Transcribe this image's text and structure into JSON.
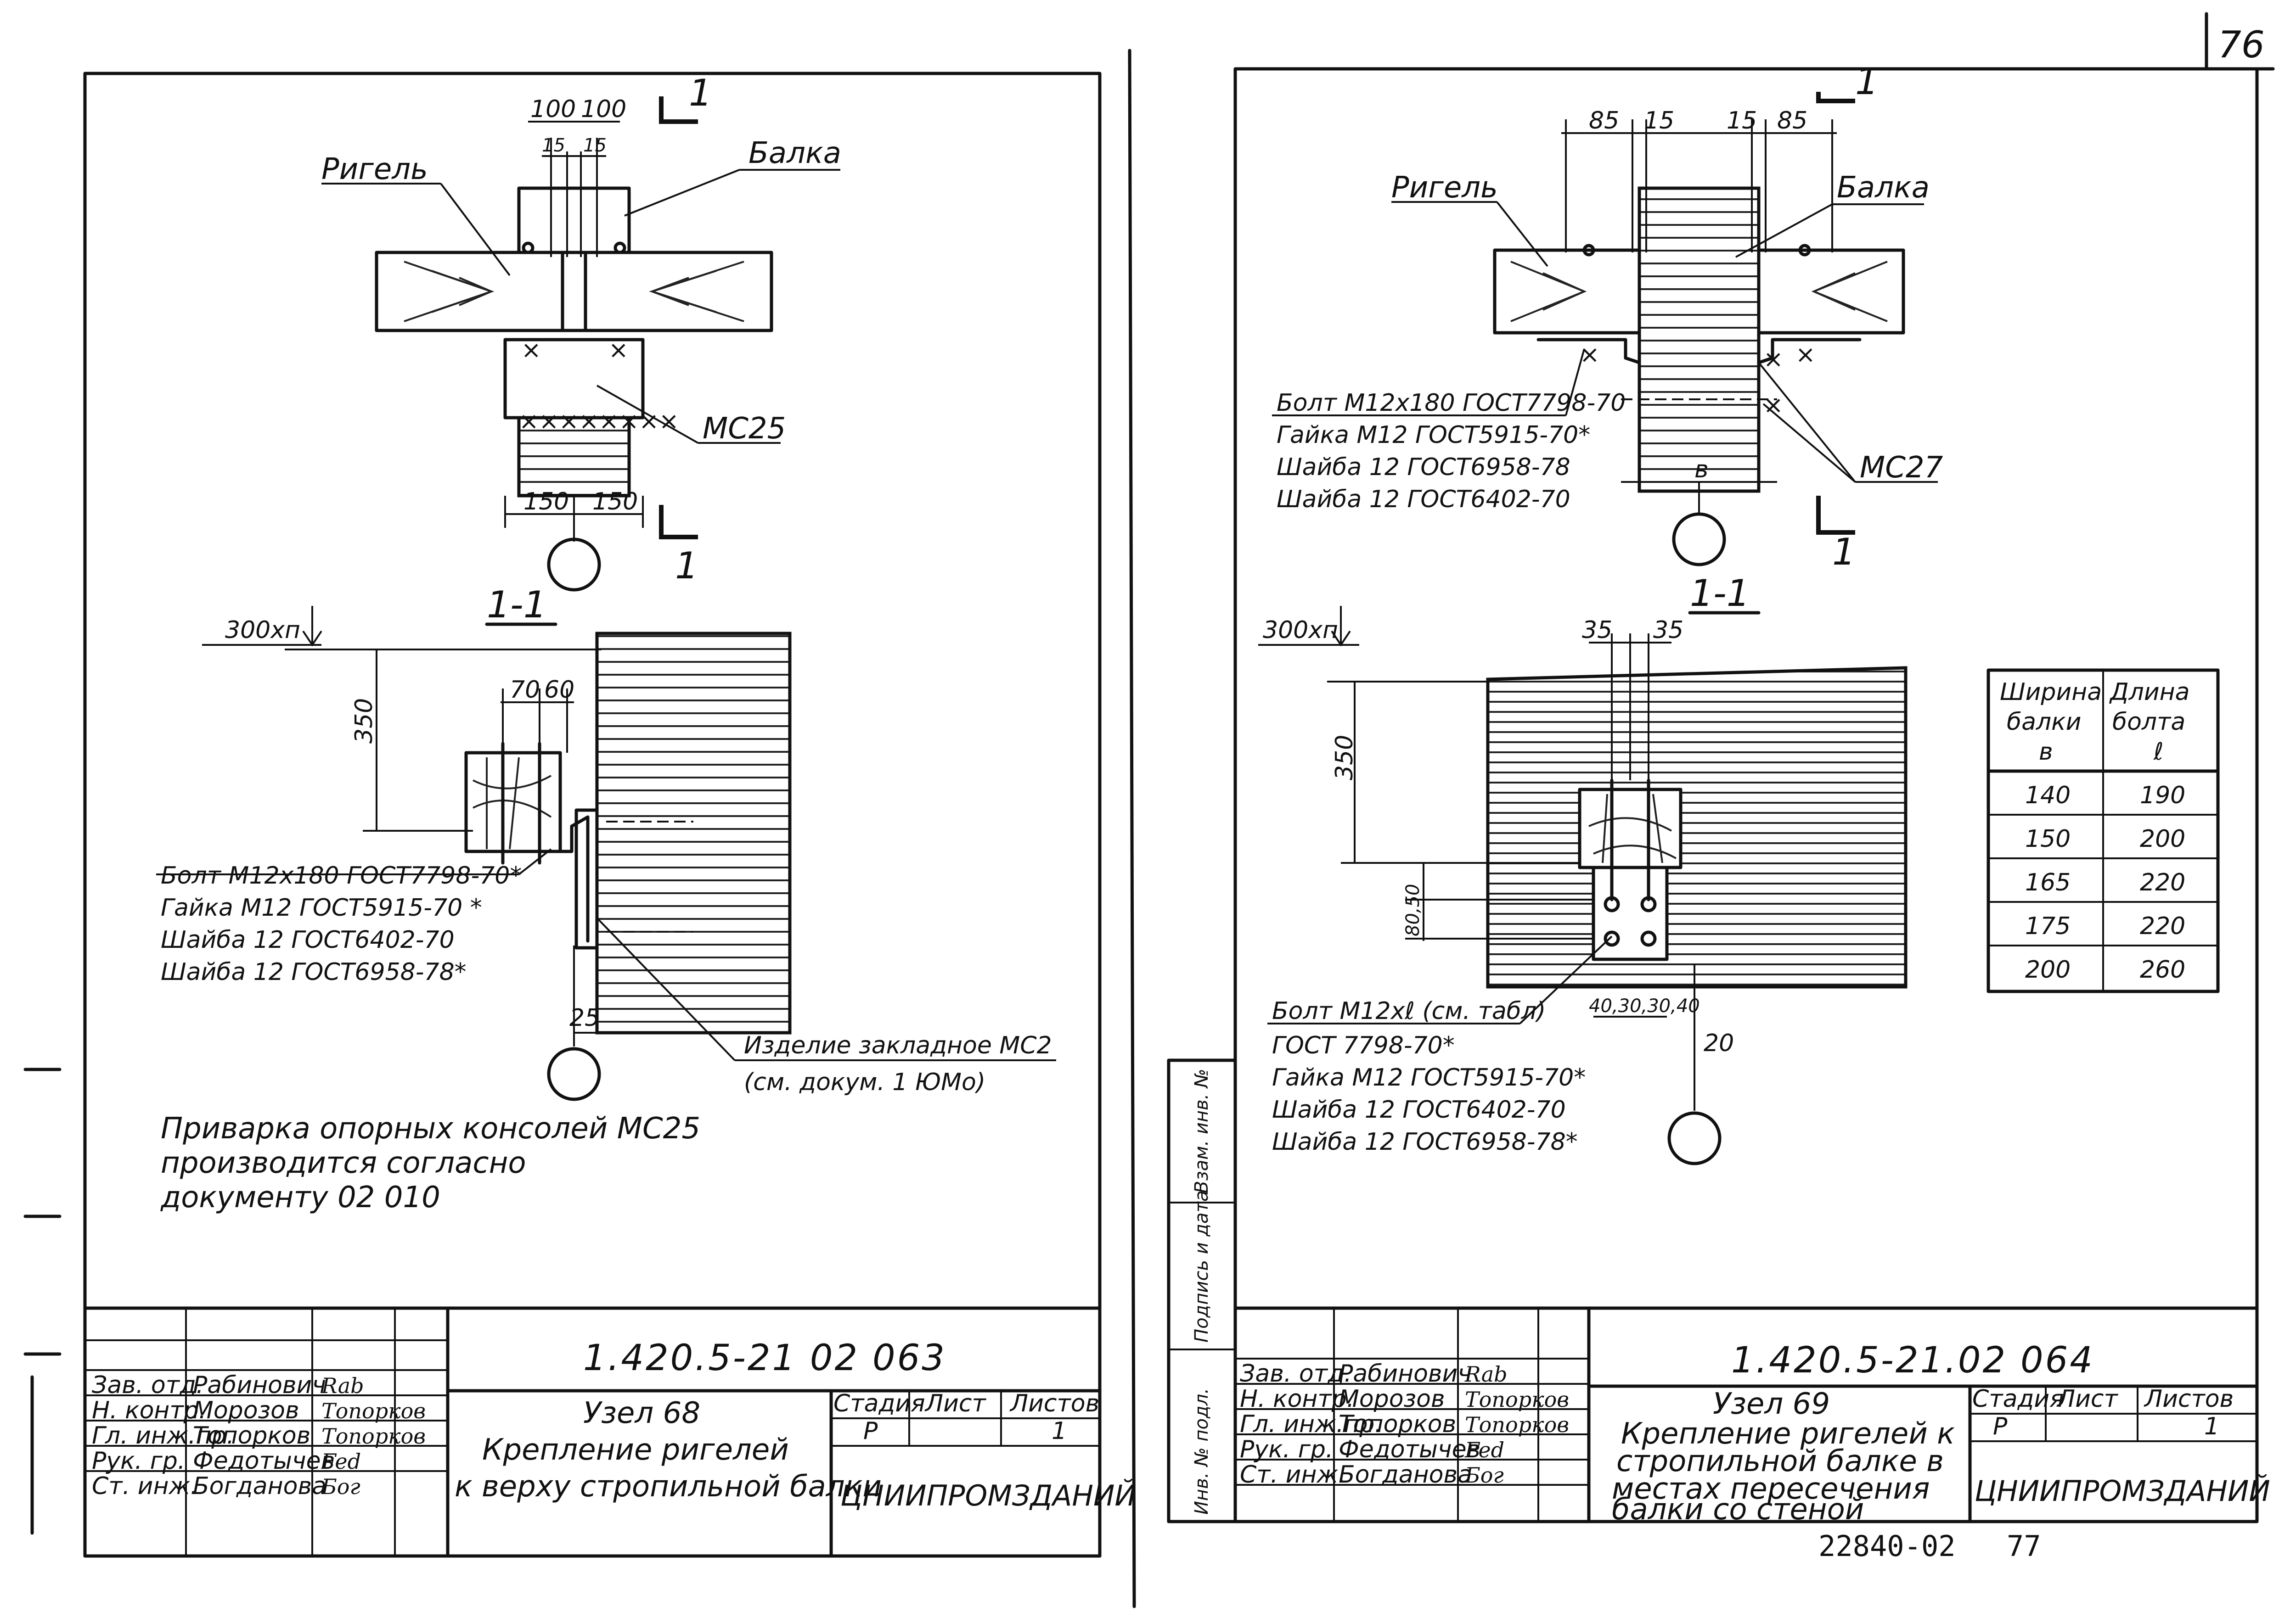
{
  "page_number": "76",
  "bottom_number": "77",
  "archive_number": "22840-02",
  "left_sheet": {
    "plan": {
      "label_rigel": "Ригель",
      "label_balka": "Балка",
      "label_mc": "МС25",
      "dims_top": [
        "100",
        "100"
      ],
      "dims_top_inner": [
        "15",
        "15"
      ],
      "dims_bottom": [
        "150",
        "150"
      ],
      "section_mark": "1"
    },
    "section": {
      "title": "1-1",
      "level_label": "300хп",
      "dim_350": "350",
      "dims_top": [
        "70",
        "60"
      ],
      "dim_25": "25",
      "bolt_lines": [
        "Болт М12х180 ГОСТ7798-70*",
        "Гайка М12 ГОСТ5915-70 *",
        "Шайба 12 ГОСТ6402-70",
        "Шайба 12 ГОСТ6958-78*"
      ],
      "embedded_lines": [
        "Изделие закладное МС2",
        "(см. докум. 1 ЮМо)"
      ]
    },
    "note_lines": [
      "Приварка опорных консолей МС25",
      "производится согласно",
      "документу 02 010"
    ],
    "title_block": {
      "doc_code": "1.420.5-21 02 063",
      "rows": [
        {
          "role": "Зав. отд.",
          "name": "Рабинович",
          "sign": "Rab"
        },
        {
          "role": "Н. контр.",
          "name": "Морозов",
          "sign": "Топорков"
        },
        {
          "role": "Гл. инж.пр.",
          "name": "Топорков",
          "sign": "Топорков"
        },
        {
          "role": "Рук. гр.",
          "name": "Федотычев",
          "sign": "Fed"
        },
        {
          "role": "Ст. инж.",
          "name": "Богданова",
          "sign": "Бог"
        }
      ],
      "node": "Узел 68",
      "desc_lines": [
        "Крепление ригелей",
        "к верху стропильной балки"
      ],
      "col_stage": "Стадия",
      "col_sheet": "Лист",
      "col_sheets": "Листов",
      "stage": "Р",
      "sheets": "1",
      "org": "ЦНИИПРОМЗДАНИЙ"
    }
  },
  "right_sheet": {
    "plan": {
      "label_rigel": "Ригель",
      "label_balka": "Балка",
      "label_mc": "МС27",
      "dims_top": [
        "85",
        "15",
        "15",
        "85"
      ],
      "dim_b": "в",
      "section_mark": "1",
      "bolt_lines": [
        "Болт М12х180 ГОСТ7798-70",
        "Гайка М12 ГОСТ5915-70*",
        "Шайба 12 ГОСТ6958-78",
        "Шайба 12 ГОСТ6402-70"
      ]
    },
    "section": {
      "title": "1-1",
      "level_label": "300хп",
      "dim_350": "350",
      "dims_top": [
        "35",
        "35"
      ],
      "dims_side": "80,50",
      "dims_bottom": "40,30,30,40",
      "dim_20": "20",
      "bolt_lines": [
        "Болт М12хℓ (см. табл)",
        "ГОСТ 7798-70*",
        "Гайка М12 ГОСТ5915-70*",
        "Шайба 12 ГОСТ6402-70",
        "Шайба 12 ГОСТ6958-78*"
      ]
    },
    "table": {
      "headers": [
        [
          "Ширина",
          "балки",
          "в"
        ],
        [
          "Длина",
          "болта",
          "ℓ"
        ]
      ],
      "rows": [
        [
          "140",
          "190"
        ],
        [
          "150",
          "200"
        ],
        [
          "165",
          "220"
        ],
        [
          "175",
          "220"
        ],
        [
          "200",
          "260"
        ]
      ]
    },
    "side_stamp": [
      "Инв. № подл.",
      "Подпись и дата",
      "Взам. инв. №"
    ],
    "title_block": {
      "doc_code": "1.420.5-21.02 064",
      "rows": [
        {
          "role": "Зав. отд.",
          "name": "Рабинович",
          "sign": "Rab"
        },
        {
          "role": "Н. контр.",
          "name": "Морозов",
          "sign": "Топорков"
        },
        {
          "role": "Гл. инж.пр.",
          "name": "Топорков",
          "sign": "Топорков"
        },
        {
          "role": "Рук. гр.",
          "name": "Федотычев",
          "sign": "Fed"
        },
        {
          "role": "Ст. инж.",
          "name": "Богданова",
          "sign": "Бог"
        }
      ],
      "node": "Узел 69",
      "desc_lines": [
        "Крепление ригелей к",
        "стропильной балке в",
        "местах пересечения",
        "балки со стеной"
      ],
      "col_stage": "Стадия",
      "col_sheet": "Лист",
      "col_sheets": "Листов",
      "stage": "Р",
      "sheets": "1",
      "org": "ЦНИИПРОМЗДАНИЙ"
    }
  }
}
